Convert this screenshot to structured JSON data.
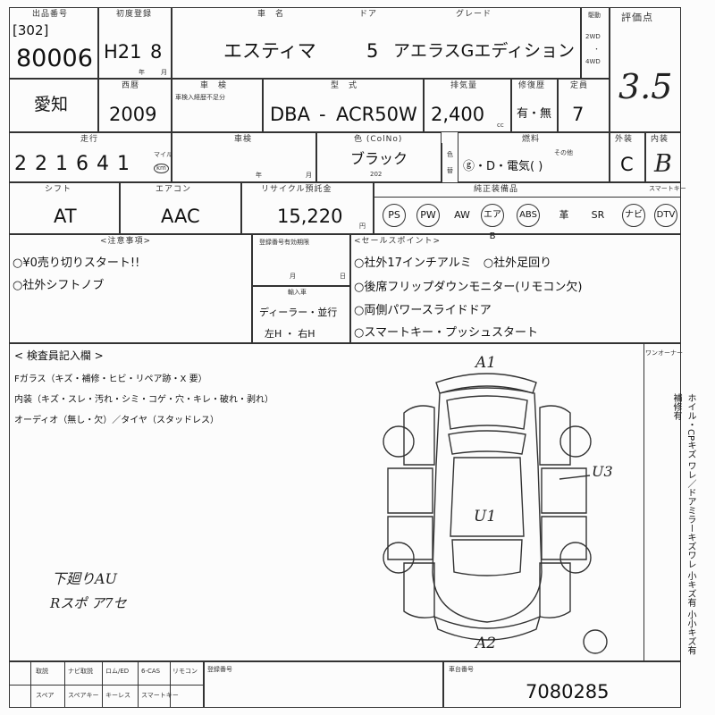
{
  "header": {
    "lot_label": "出品番号",
    "lot_branch": "[302]",
    "lot_number": "80006",
    "first_reg_label": "初度登録",
    "year_word": "年",
    "month_word": "月",
    "first_reg_value": "H21",
    "first_reg_month": "8",
    "car_name_label": "車　名",
    "car_name": "エスティマ",
    "door_label": "ドア",
    "doors": "5",
    "grade_label": "グレード",
    "grade": "アエラスGエディション",
    "drive_label": "駆動",
    "drive_2wd": "2WD",
    "drive_4wd": "4WD",
    "score_label": "評価点",
    "score": "3.5"
  },
  "row2": {
    "region": "愛知",
    "model_year_label": "西暦",
    "model_year": "2009",
    "inspection_label": "車　検",
    "inspection_note": "車検入経歴不足分",
    "model_label": "型　式",
    "model_prefix": "DBA",
    "model_sep": "-",
    "model_code": "ACR50W",
    "displacement_label": "排気量",
    "displacement": "2,400",
    "cc": "cc",
    "history_label": "修復歴",
    "history_choice": "有・無",
    "capacity_label": "定員",
    "capacity": "7"
  },
  "row3": {
    "mileage_label": "走行",
    "mileage_digits": "2 2 1  6 4 1",
    "mile": "マイル",
    "km": "km",
    "inspection_expiry_label": "車検",
    "year_word": "年",
    "month_word": "月",
    "color_label": "色 (ColNo)",
    "color": "ブラック",
    "color_no": "202",
    "color_change_a": "色",
    "color_change_b": "替",
    "fuel_label": "燃料",
    "fuel_options": "ⓖ・D・電気(      )",
    "fuel_other": "その他",
    "exterior_label": "外装",
    "exterior": "C",
    "interior_label": "内装",
    "interior": "B"
  },
  "row4": {
    "shift_label": "シフト",
    "shift": "AT",
    "ac_label": "エアコン",
    "ac": "AAC",
    "recycle_label": "リサイクル預託金",
    "recycle": "15,220",
    "yen": "円",
    "equipment_label": "純正装備品",
    "equipment": [
      "PS",
      "PW",
      "AW",
      "エアB",
      "ABS",
      "革",
      "SR",
      "ナビ",
      "DTV"
    ],
    "smart_label": "スマートキー"
  },
  "notes": {
    "caution_label": "<注意事項>",
    "caution_items": [
      "○¥0売り切りスタート!!",
      "○社外シフトノブ"
    ],
    "reg_label": "登録番号有効期限",
    "month_word": "月",
    "day_word": "日",
    "import_label": "輸入車",
    "import_choice": "ディーラー・並行",
    "handle_choice": "左H ・ 右H",
    "sales_label": "<セールスポイント>",
    "sales_items": [
      "○社外17インチアルミ　○社外足回り",
      "○後席フリップダウンモニター(リモコン欠)",
      "○両側パワースライドドア",
      "○スマートキー・プッシュスタート"
    ]
  },
  "inspector": {
    "title": "< 検査員記入欄 >",
    "line1": "Fガラス（キズ・補修・ヒビ・リペア跡・X 要）",
    "line2": "内装（キズ・スレ・汚れ・シミ・コゲ・穴・キレ・破れ・剥れ）",
    "line3": "オーディオ（無し・欠）／タイヤ（スタッドレス）",
    "handwritten_note1": "下廻りAU",
    "handwritten_note2": "Rスポ ア7セ",
    "mark_a1": "A1",
    "mark_a2": "A2",
    "mark_u1": "U1",
    "mark_u3": "U3",
    "one_owner_label": "ワンオーナー",
    "side_text": "ホイル・CPキズ ワレ／ドアミラーキズワレ 小キズ有 小小キズ有 補修有"
  },
  "footer": {
    "cells_top": [
      "取説",
      "ナビ取説",
      "ロム/ED",
      "6-CAS",
      "リモコン"
    ],
    "cells_bottom": [
      "スペア",
      "スペアキー",
      "キーレス",
      "スマートキー"
    ],
    "reg_no_label": "登録番号",
    "chassis_label": "車台番号",
    "chassis_number": "7080285"
  }
}
